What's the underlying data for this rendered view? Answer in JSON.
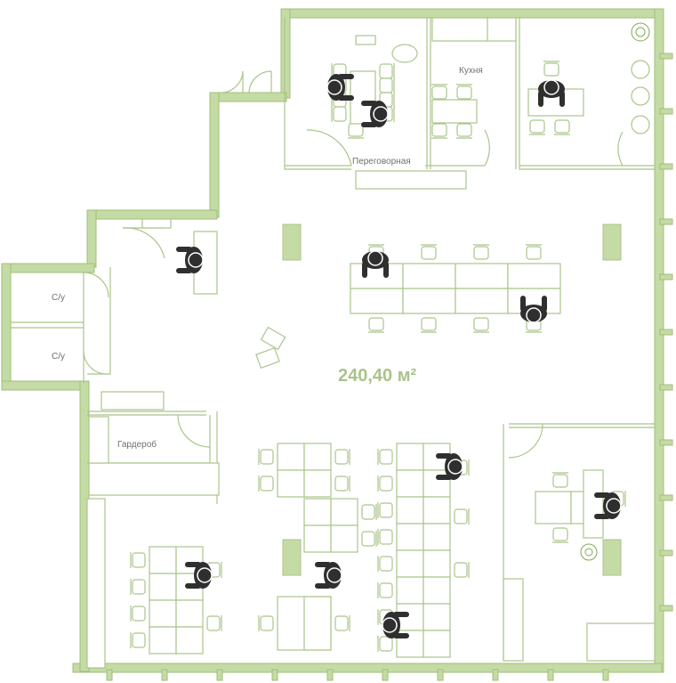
{
  "plan": {
    "area": "240,40 м²",
    "rooms": {
      "meeting": "Переговорная",
      "kitchen": "Кухня",
      "wardrobe": "Гардероб",
      "wc_1": "С/у",
      "wc_2": "С/у"
    }
  },
  "colors": {
    "walls": "#c5dba5",
    "lines": "#a9c48a",
    "people": "#2f2f2f",
    "background": "#ffffff"
  }
}
